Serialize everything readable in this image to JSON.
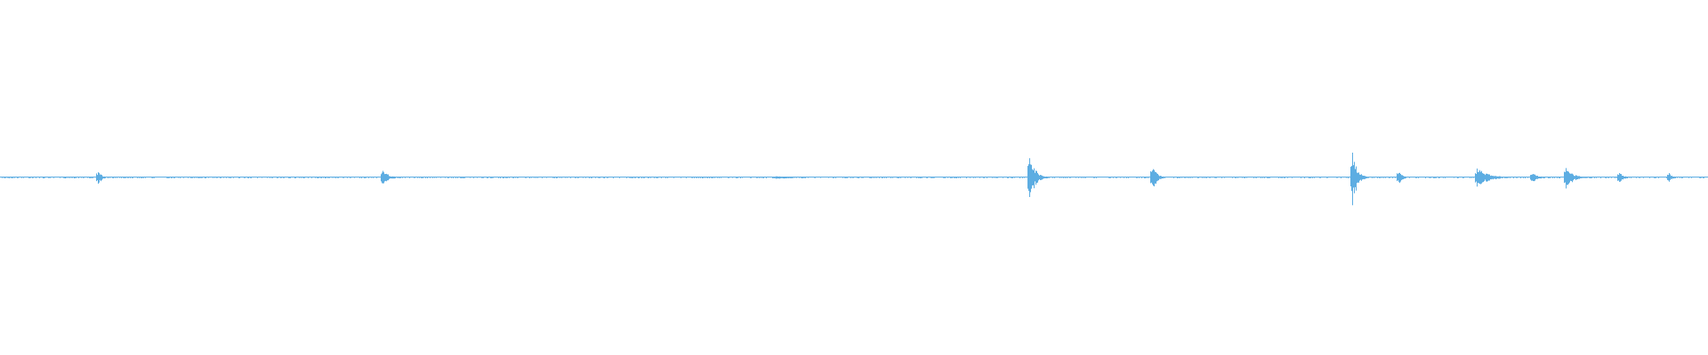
{
  "chart_data": {
    "type": "waveform",
    "title": "",
    "xlabel": "",
    "ylabel": "",
    "samples": 1920,
    "ylim": [
      -1,
      1
    ],
    "grid": false,
    "color": "#5dade2",
    "baseline_noise": 0.004,
    "bursts": [
      {
        "x": 110,
        "peak": 0.04,
        "decay": 4
      },
      {
        "x": 430,
        "peak": 0.05,
        "decay": 6
      },
      {
        "x": 870,
        "peak": 0.008,
        "decay": 30
      },
      {
        "x": 1157,
        "peak": 0.135,
        "decay": 6
      },
      {
        "x": 1295,
        "peak": 0.07,
        "decay": 5
      },
      {
        "x": 1520,
        "peak": 0.14,
        "decay": 5
      },
      {
        "x": 1572,
        "peak": 0.04,
        "decay": 4
      },
      {
        "x": 1660,
        "peak": 0.06,
        "decay": 12
      },
      {
        "x": 1722,
        "peak": 0.03,
        "decay": 6
      },
      {
        "x": 1760,
        "peak": 0.055,
        "decay": 8
      },
      {
        "x": 1820,
        "peak": 0.03,
        "decay": 5
      },
      {
        "x": 1876,
        "peak": 0.03,
        "decay": 3
      }
    ]
  }
}
